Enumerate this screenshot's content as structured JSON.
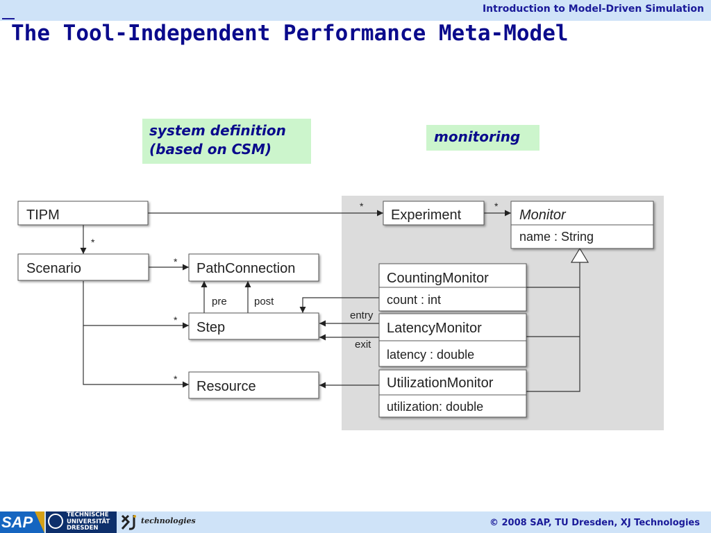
{
  "header": {
    "course_title": "Introduction to Model-Driven Simulation",
    "slide_title": "The Tool-Independent Performance Meta-Model"
  },
  "notes": {
    "system_definition": [
      "system definition",
      "(based on CSM)"
    ],
    "monitoring": "monitoring"
  },
  "diagram": {
    "classes": {
      "tipm": {
        "name": "TIPM"
      },
      "scenario": {
        "name": "Scenario"
      },
      "path_connection": {
        "name": "PathConnection"
      },
      "step": {
        "name": "Step"
      },
      "resource": {
        "name": "Resource"
      },
      "experiment": {
        "name": "Experiment"
      },
      "monitor": {
        "name": "Monitor",
        "attribute": "name : String"
      },
      "counting_monitor": {
        "name": "CountingMonitor",
        "attribute": "count : int"
      },
      "latency_monitor": {
        "name": "LatencyMonitor",
        "attribute": "latency : double"
      },
      "utilization_monitor": {
        "name": "UtilizationMonitor",
        "attribute": "utilization: double"
      }
    },
    "labels": {
      "multiplicity": "*",
      "pre": "pre",
      "post": "post",
      "entry": "entry",
      "exit": "exit"
    },
    "colors": {
      "monitoring_region": "#dcdcdc",
      "note_fill": "#ccf5cc",
      "title": "#0a0a8c"
    }
  },
  "footer": {
    "copyright": "© 2008 SAP, TU Dresden, XJ Technologies",
    "logos": {
      "sap": "SAP",
      "tu_lines": [
        "TECHNISCHE",
        "UNIVERSITÄT",
        "DRESDEN"
      ],
      "xj": "technologies"
    }
  }
}
